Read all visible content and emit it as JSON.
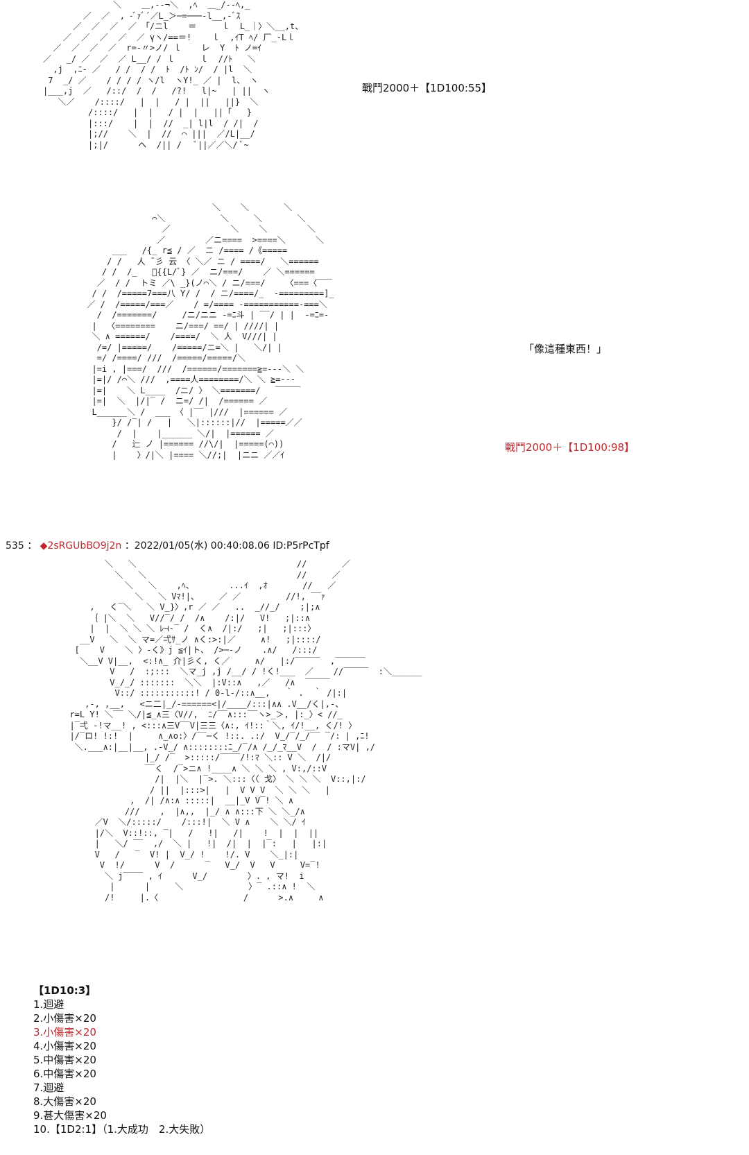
{
  "panel1": {
    "caption": "戰鬥2000＋【1D100:55】",
    "art": "              ＼    ＿,-‐¬＼  ,ﾍ  ＿_/-‐ﾍ,_\n        ／  ／  , -ﾞｧﾞ´／L_＞─=───-l__,-ﾞｽ\n      ／  ／  ／  ／ 「/ニl    ＝     ｌ  L_｜〉＼__,t、\n    ／  ／  ／  ／  ／ γヽ/==＝!    ｌ  ,ｲT ﾍ/ 厂_-Lｌ\n  ／  ／  ／  ／  r=-〃>ノ/ ｌ    レ  Y  ﾄ ノ=ｲ\n／   _/ ／  ／  ／ L__/ / ｌ     ｌ  //ﾄ   ＼\n  ,j  ,ﾆ- ／   / /  / /  ﾄ  /ﾄ ﾝ/  / |l  ＼\n 7  _/ ／    / / / / ヽ/l  ヽY!_ ／ |  l、 ヽ\n|___,j  ／   /::/  /  /   /?!   l|~   | ||  ヽ\n   ＼／    /::::/   |  |   / |  ||   ||}  ＼\n         /::::/   |  |   / |  |   ||「   }\n         |:::/    |  |  //  _| l|l  / /|  /\n         |;//    ＼  |  //  ⌒ |||  ／/L|__/\n         |;|/      ヘ  /|| /   ﾞ||／／＼/ ﾞ~"
  },
  "panel2": {
    "quote": "「像這種東西！」",
    "caption": "戰鬥2000＋【1D100:98】",
    "art": "                          ＼    ＼       ＼\n              ⌒＼           ＼     ＼       ＼\n                ／            ＼    ＼        ＼\n               ／        ／ニ====  >====＼      ＼\n      ___   /{_ r≦ / ／  ニ /==== /《=====\n     / /   人 ̄ 彡 云 〈 ＼／ ニ / ====/   ＼======\n    / /  /_   ﾞ{{L/ﾞ} ／  ニ/===/    ／ ＼======\n   ／  / /  トミ ／\\ _}(ノ⌒＼ / ニ/===/    〈===〈‾‾‾\n  / /  /=====7===八 Y/ /  / ニ/====/_  -=========]_\n ／ /  /=====/===／    / =/==== -===========-===＼\n   /  /=======/     /ニ/ニニ -=ﾆ斗 | ‾‾/ | |  -=ﾆ=-\n  |  〈========    ニ/===/ ==/ | ////| |\n  ＼ ∧ ======/    /====/  ＼ 人  V///| |\n   /=/ |=====/    /=====/ニ=＼ |   ＼/| |\n   =/ /====/ ///  /=====/=====/＼   \n  |=i , |===/  ///  /======/=======≧=---＼ ＼\n  |=|/ /⌒＼ ///  ,====人========/＼ ＼ ≧=---\n  |=|    ＼ L____  /ニ/ 〉 ＼=======/   ‾‾‾‾‾\n  |=|  ＼  |/|‾ /  ニ=/ /|  /====== ／\n  L______＼ /  ___ 〈 |‾‾ |///  |====== ／\n      }/ /‾| /   |   ＼|::::::|//  |=====／／\n       /  |    |______ ＼/|  |====== ／\n      /   辷 ノ |====== //\\/|  |=====(⌒))\n      |    〉/|＼ |==== ＼//;|  |ニニ ／／ｲ"
  },
  "post": {
    "number": "535",
    "separator": "：",
    "trip": "◆2sRGUbBO9j2n",
    "meta": "：2022/01/05(水) 00:40:08.06 ID:P5rPcTpf"
  },
  "panel3": {
    "art": "         ＼   ＼                                //       ／\n           ＼   ＼                              //     ／\n             ＼   ＼    ,ﾍ、       ...ｲ  ,ｵ       //   ／\n               ＼   ＼ Vﾏ!|、    ／ ／         //!, ‾‾ｧ\n      ,   く‾＼   ＼ V_}〉,r ／ ／   ..  _//_/    ;|;∧\n      ｛ |＼  ＼   V//‾/ /  /∧    /:|/   V!   ;|::∧\n      |  |  ＼ ＼ ＼ ﾚ⊣-‾ /  く∧  /|:/   ;|   ;|:::〉\n    __V   ＼  ＼ マ=／弌ｻ_ノ ∧く:>:|／     ∧!   ;|::::/\n   [    V    ＼ 〉-く》j ≦ｲ|ト、 />─-ノ    .∧/   /:::/\n    ＼__V V|__,  <:!∧_ 介|彡く, く／     ∧/   |:/‾‾‾‾‾  ,‾‾‾‾‾‾\n          V   /  :;:::  ＼マ_j ,j /__/ / !く!___  ／    //‾‾‾‾‾  :＼______\n          V_/_/ :::::::  ＼＼  |:V::∧   ,／   /∧  ‾‾‾‾‾\n           V::/ :::::::::::! / 0-l-/::∧__,   ｀ .  ｀ /|:|\n     ,-, ,__,   <ニ二|_/-======<|/____/:::|∧∧ .V__/く|,-、\n  r=L Y! ＼‾‾ ＼/|≦_∧三〈V//,  ﾆ/‾‾∧:::‾‾ヽ>_＞, |:_〉< //_\n  |‾弌 -!マ__! , <:::∧三V‾‾V|三三〈∧:, ｲ!::｀＼, ｲ/!__, く/! 〉\n  |/‾ロ! !:!  |     ∧_∧o:〉/‾‾─く !::. .:/  V_/‾/_/‾‾ ‾/: | ,ﾆ!\n   ＼.___∧:|__|__, .-V_/ ∧::::::::ﾆ_/‾/∧ /_/_ﾏ__V  /  / :マV| ,/\n                 |_/ /‾  >:::::/‾‾‾‾/!:ﾏ ＼:: V ＼  /|/\n                 ‾‾く  /‾>ニ∧ !____∧ ＼ ＼ ＼ , V:,/::V\n                   /|  |＼  |‾>. ＼:::〈〈 戈〉 ＼ ＼ ＼  V::,|:/\n                  / ||  |:::>|   |  V V V  ＼ ＼ ＼   |\n              ,  /| /∧:∧ :::::|  __|_V V‾! ＼ ∧\n             ///    ,  |∧,,  |_/ ∧ ∧:::下 ＼ ＼_/∧\n       ／V  ＼/:::::/    /:::!|  ＼ V ∧    ＼ ＼/ ｲ\n       |/＼  V::!::, ‾|   /   !|   /|    !  |  |  ||\n       |   ＼/ ‾‾  ,/  ＼ |   !|  /|  |  |‾:   |   |:|\n       V   /   ‾  V! |  V_/ !    !/. V    ＼_|:|\n        V  !/      V  /      ‾   V_/  V   V     V=‾!\n         ＼ j‾‾‾‾ , ｲ      V_/        〉. , マ!  i\n          |      |     ＼             〉‾ .::∧ !  ＼\n         /!     |.〈                 /      >.∧     ∧"
  },
  "dice": {
    "title": "【1D10:3】",
    "items": [
      "1.迴避",
      "2.小傷害×20",
      "3.小傷害×20",
      "4.小傷害×20",
      "5.中傷害×20",
      "6.中傷害×20",
      "7.迴避",
      "8.大傷害×20",
      "9.甚大傷害×20",
      "10.【1D2:1】（1.大成功　2.大失敗）"
    ],
    "highlight_index": 2,
    "highlight_color": "#c0282d"
  }
}
